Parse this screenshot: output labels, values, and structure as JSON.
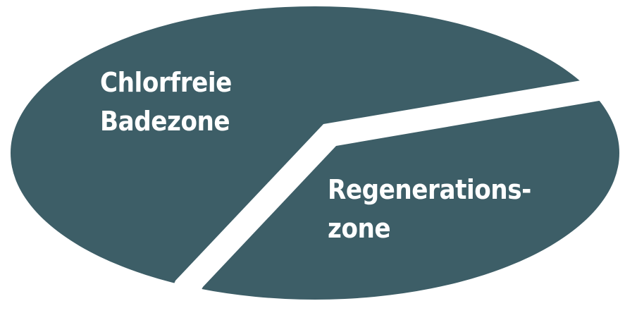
{
  "colors": {
    "zone_fill": "#3d5e67",
    "separator": "#ffffff"
  },
  "zones": [
    {
      "line1": "Chlorfreie",
      "line2": "Badezone"
    },
    {
      "line1": "Regenerations-",
      "line2": "zone"
    }
  ]
}
